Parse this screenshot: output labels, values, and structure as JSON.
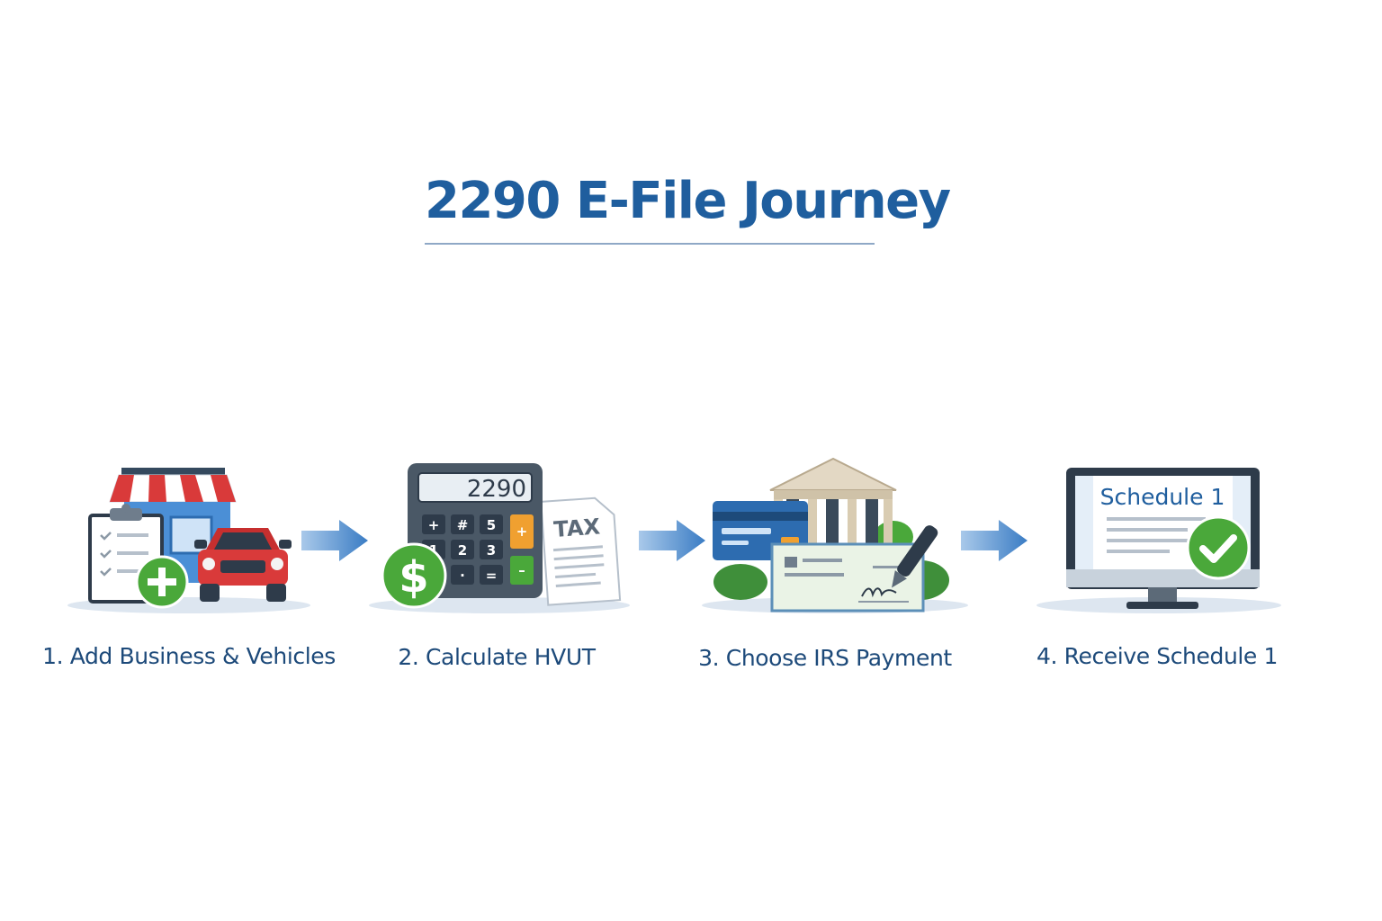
{
  "title": "2290 E-File Journey",
  "colors": {
    "title": "#1f5e9e",
    "label": "#1d4a7a",
    "arrow": "#3a7cc4",
    "green": "#4aa83a",
    "red": "#d93a3a"
  },
  "steps": [
    {
      "label": "1. Add Business & Vehicles",
      "icon": "business-vehicle-icon"
    },
    {
      "label": "2. Calculate HVUT",
      "icon": "calculator-icon"
    },
    {
      "label": "3. Choose IRS Payment",
      "icon": "bank-payment-icon"
    },
    {
      "label": "4. Receive Schedule 1",
      "icon": "monitor-schedule-icon"
    }
  ],
  "calculator": {
    "display": "2290",
    "keys": [
      "+",
      "#",
      "5",
      "+",
      "1",
      "2",
      "3",
      "·",
      "=",
      "–"
    ],
    "doc_label": "TAX",
    "dollar": "$"
  },
  "monitor": {
    "screen_title": "Schedule 1"
  }
}
